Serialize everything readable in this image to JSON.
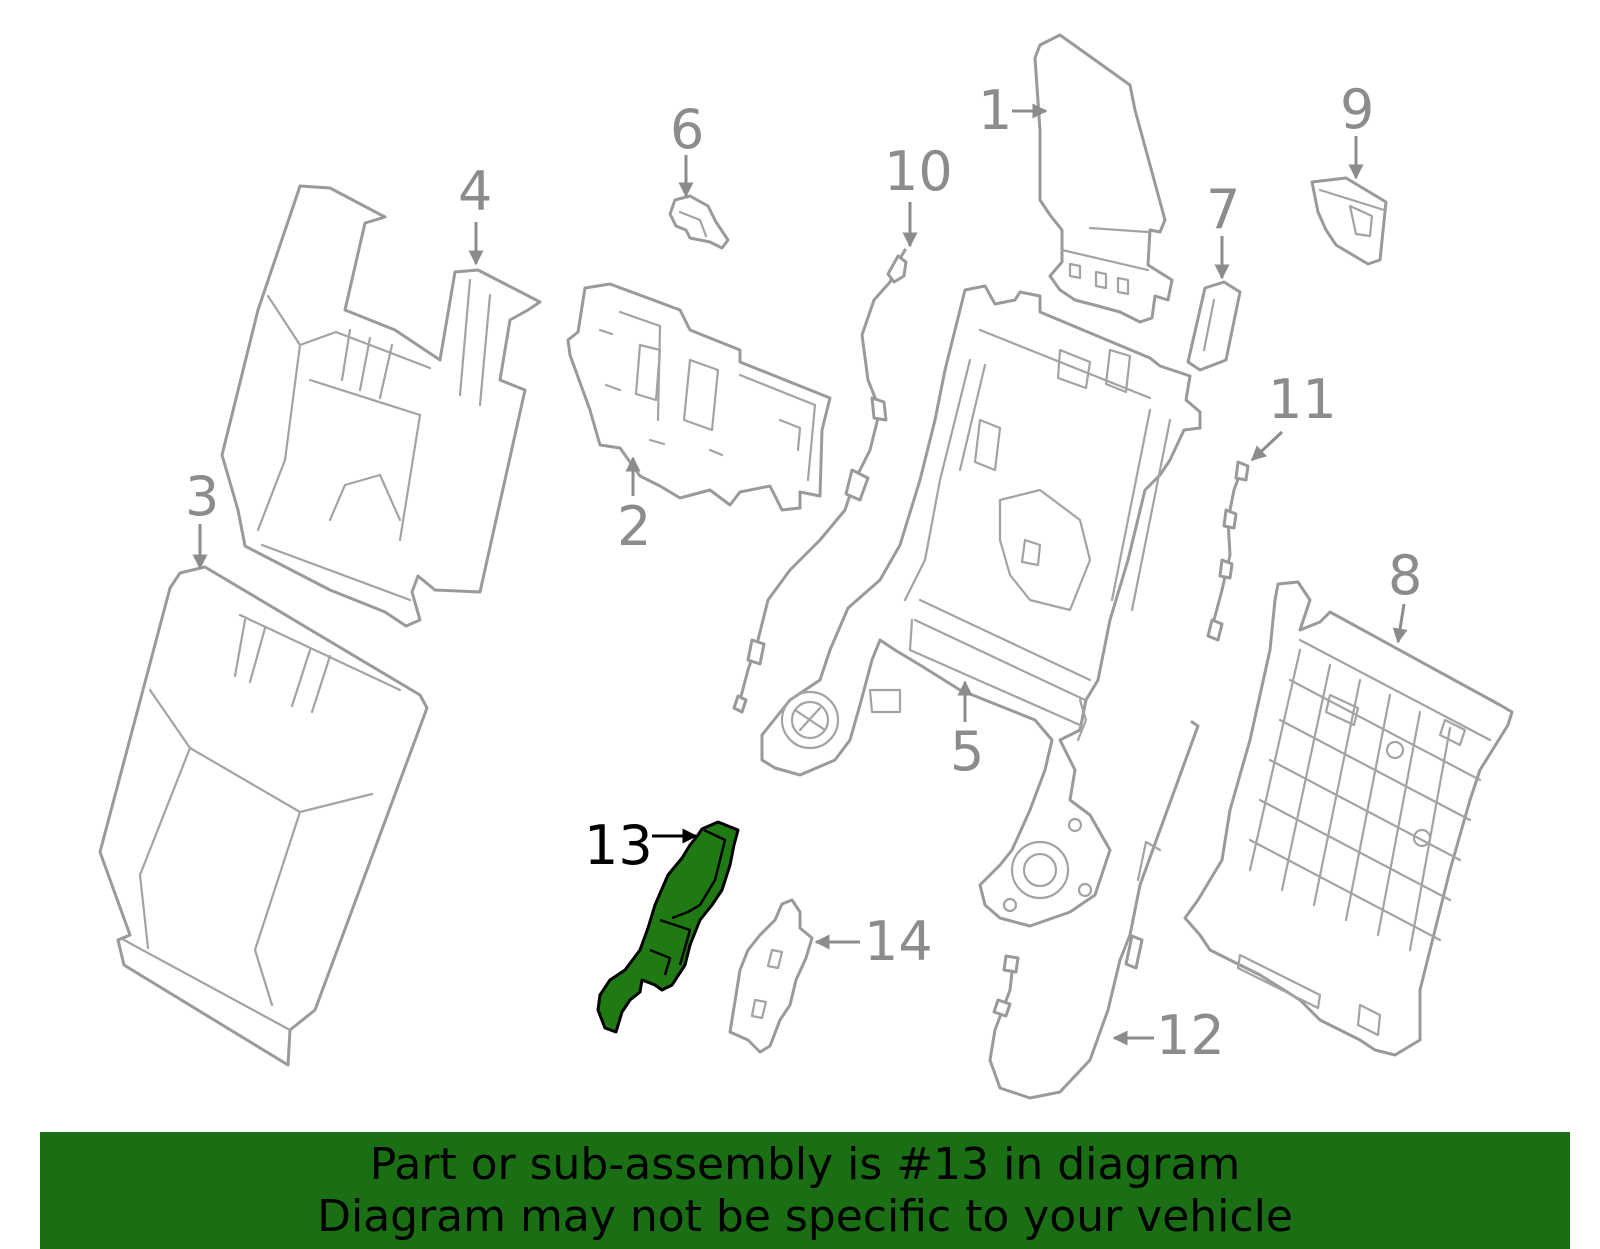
{
  "callouts": {
    "c1": "1",
    "c2": "2",
    "c3": "3",
    "c4": "4",
    "c5": "5",
    "c6": "6",
    "c7": "7",
    "c8": "8",
    "c9": "9",
    "c10": "10",
    "c11": "11",
    "c12": "12",
    "c13": "13",
    "c14": "14"
  },
  "highlighted_part": "13",
  "colors": {
    "highlight": "#1f7a14",
    "banner": "#1a6e14",
    "part_stroke": "#9a9a9a"
  },
  "banner": {
    "line1": "Part or sub-assembly is #13 in diagram",
    "line2": "Diagram may not be specific to your vehicle"
  }
}
